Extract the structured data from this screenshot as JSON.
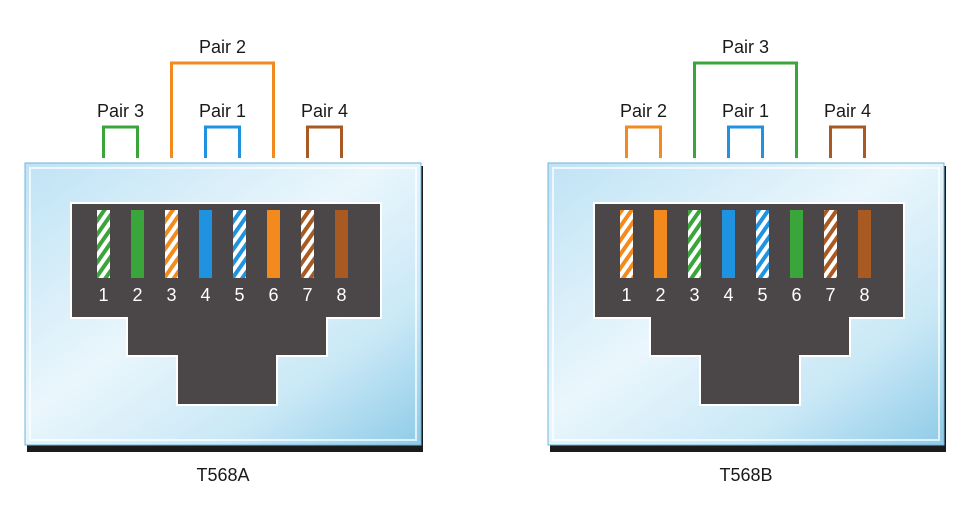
{
  "diagrams": [
    {
      "caption": "T568A",
      "pins": [
        {
          "number": "1",
          "color": "#3aa53a",
          "striped": true
        },
        {
          "number": "2",
          "color": "#3aa53a",
          "striped": false
        },
        {
          "number": "3",
          "color": "#f28a1e",
          "striped": true
        },
        {
          "number": "4",
          "color": "#1f93e0",
          "striped": false
        },
        {
          "number": "5",
          "color": "#1f93e0",
          "striped": true
        },
        {
          "number": "6",
          "color": "#f28a1e",
          "striped": false
        },
        {
          "number": "7",
          "color": "#a85a22",
          "striped": true
        },
        {
          "number": "8",
          "color": "#a85a22",
          "striped": false
        }
      ],
      "pairs": [
        {
          "label": "Pair 3",
          "from": 1,
          "to": 2,
          "level": "low",
          "color": "#3aa53a"
        },
        {
          "label": "Pair 2",
          "from": 3,
          "to": 6,
          "level": "high",
          "color": "#f28a1e"
        },
        {
          "label": "Pair 1",
          "from": 4,
          "to": 5,
          "level": "low",
          "color": "#1f93e0"
        },
        {
          "label": "Pair 4",
          "from": 7,
          "to": 8,
          "level": "low",
          "color": "#a85a22"
        }
      ]
    },
    {
      "caption": "T568B",
      "pins": [
        {
          "number": "1",
          "color": "#f28a1e",
          "striped": true
        },
        {
          "number": "2",
          "color": "#f28a1e",
          "striped": false
        },
        {
          "number": "3",
          "color": "#3aa53a",
          "striped": true
        },
        {
          "number": "4",
          "color": "#1f93e0",
          "striped": false
        },
        {
          "number": "5",
          "color": "#1f93e0",
          "striped": true
        },
        {
          "number": "6",
          "color": "#3aa53a",
          "striped": false
        },
        {
          "number": "7",
          "color": "#a85a22",
          "striped": true
        },
        {
          "number": "8",
          "color": "#a85a22",
          "striped": false
        }
      ],
      "pairs": [
        {
          "label": "Pair 2",
          "from": 1,
          "to": 2,
          "level": "low",
          "color": "#f28a1e"
        },
        {
          "label": "Pair 3",
          "from": 3,
          "to": 6,
          "level": "high",
          "color": "#3aa53a"
        },
        {
          "label": "Pair 1",
          "from": 4,
          "to": 5,
          "level": "low",
          "color": "#1f93e0"
        },
        {
          "label": "Pair 4",
          "from": 7,
          "to": 8,
          "level": "low",
          "color": "#a85a22"
        }
      ]
    }
  ]
}
